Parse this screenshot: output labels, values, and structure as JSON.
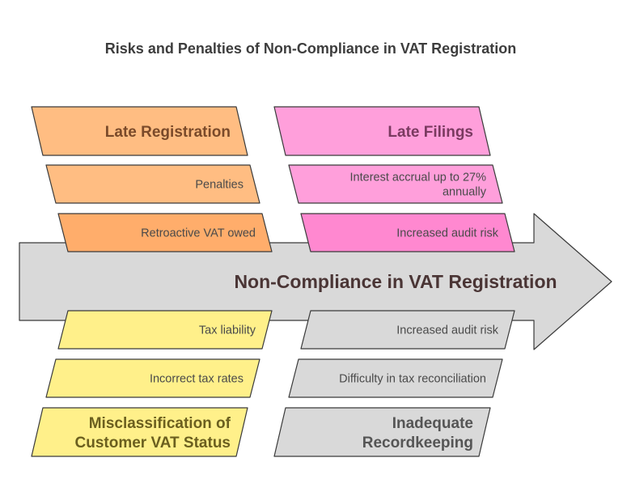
{
  "title": "Risks and Penalties of Non-Compliance in VAT Registration",
  "spine": {
    "label": "Non-Compliance in VAT Registration",
    "fill": "#d9d9d9",
    "stroke": "#3a3a3a"
  },
  "categories": [
    {
      "id": "late-registration",
      "position": "top-left",
      "label_lines": [
        "Late Registration"
      ],
      "fill": "#ffbd82",
      "text_color": "#7a4a2a",
      "stroke": "#3a3a3a",
      "items": [
        {
          "lines": [
            "Penalties"
          ],
          "fill": "#ffbd82"
        },
        {
          "lines": [
            "Retroactive VAT owed"
          ],
          "fill": "#ffad6b"
        }
      ]
    },
    {
      "id": "late-filings",
      "position": "top-right",
      "label_lines": [
        "Late Filings"
      ],
      "fill": "#ff9fdb",
      "text_color": "#7a3a60",
      "stroke": "#3a3a3a",
      "items": [
        {
          "lines": [
            "Interest accrual up to 27%",
            "annually"
          ],
          "fill": "#ff9fdb"
        },
        {
          "lines": [
            "Increased audit risk"
          ],
          "fill": "#ff88d0"
        }
      ]
    },
    {
      "id": "misclassification",
      "position": "bottom-left",
      "label_lines": [
        "Misclassification of",
        "Customer VAT Status"
      ],
      "fill": "#fff08a",
      "text_color": "#6b5f1f",
      "stroke": "#3a3a3a",
      "items": [
        {
          "lines": [
            "Incorrect tax rates"
          ],
          "fill": "#fff08a"
        },
        {
          "lines": [
            "Tax liability"
          ],
          "fill": "#fff08a"
        }
      ]
    },
    {
      "id": "inadequate-recordkeeping",
      "position": "bottom-right",
      "label_lines": [
        "Inadequate",
        "Recordkeeping"
      ],
      "fill": "#d9d9d9",
      "text_color": "#555555",
      "stroke": "#3a3a3a",
      "items": [
        {
          "lines": [
            "Difficulty in tax reconciliation"
          ],
          "fill": "#d9d9d9"
        },
        {
          "lines": [
            "Increased audit risk"
          ],
          "fill": "#d9d9d9"
        }
      ]
    }
  ],
  "item_text_color": "#4a4a4a"
}
